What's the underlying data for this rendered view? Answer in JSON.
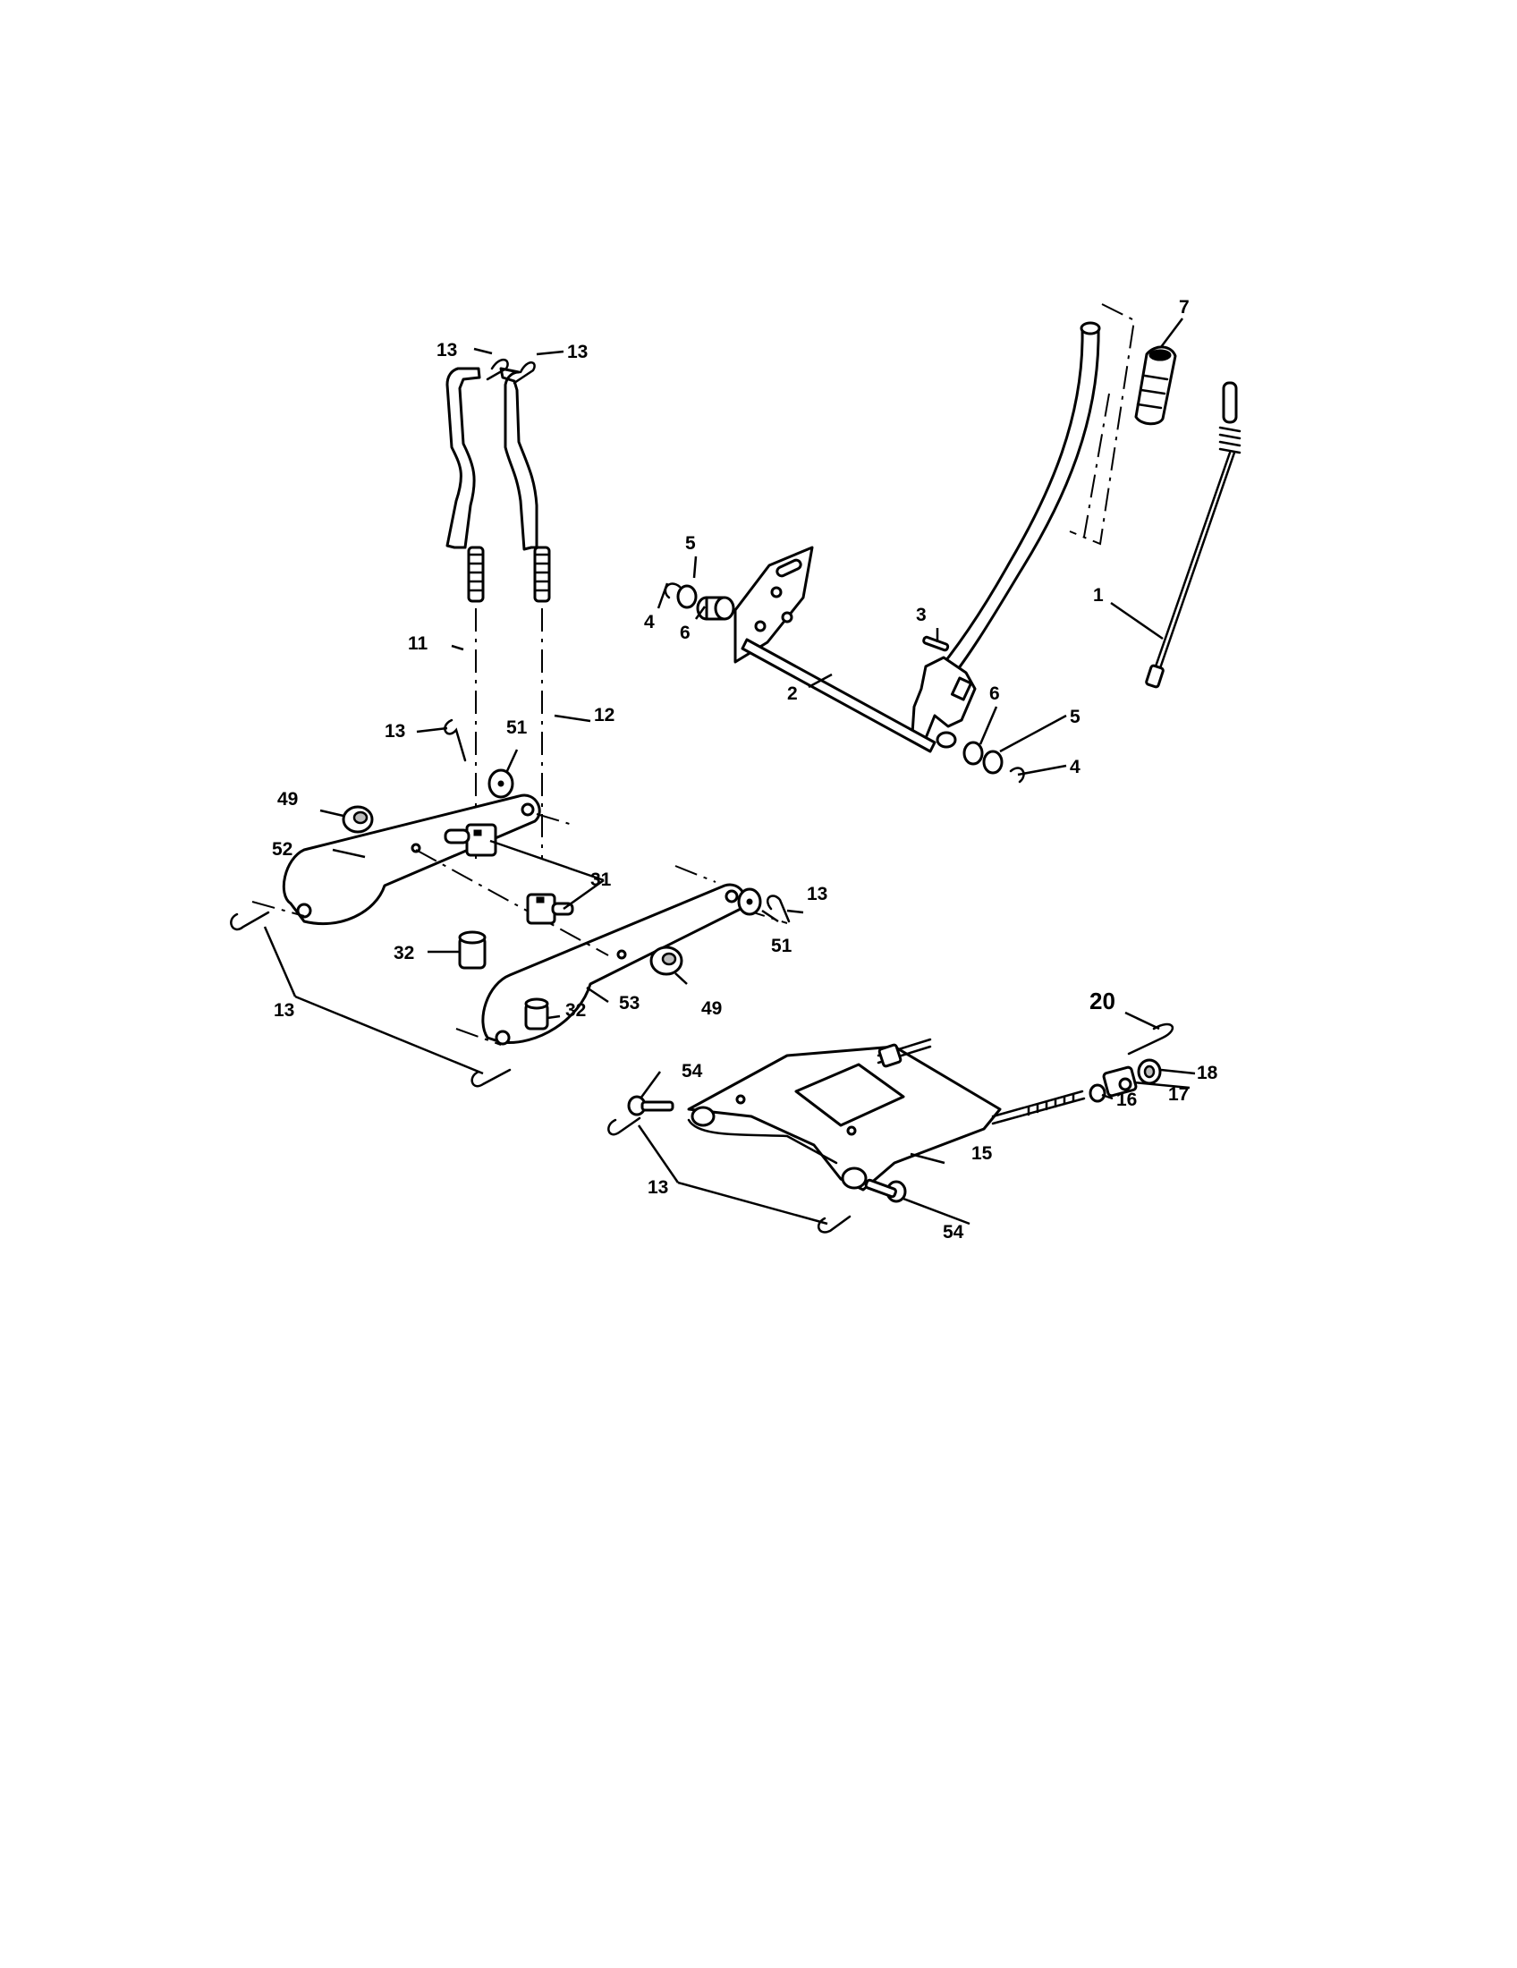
{
  "callouts": [
    {
      "id": "c1",
      "text": "1"
    },
    {
      "id": "c2",
      "text": "2"
    },
    {
      "id": "c3",
      "text": "3"
    },
    {
      "id": "c4a",
      "text": "4"
    },
    {
      "id": "c4b",
      "text": "4"
    },
    {
      "id": "c5a",
      "text": "5"
    },
    {
      "id": "c5b",
      "text": "5"
    },
    {
      "id": "c6a",
      "text": "6"
    },
    {
      "id": "c6b",
      "text": "6"
    },
    {
      "id": "c7",
      "text": "7"
    },
    {
      "id": "c11",
      "text": "11"
    },
    {
      "id": "c12",
      "text": "12"
    },
    {
      "id": "c13a",
      "text": "13"
    },
    {
      "id": "c13b",
      "text": "13"
    },
    {
      "id": "c13c",
      "text": "13"
    },
    {
      "id": "c13d",
      "text": "13"
    },
    {
      "id": "c13e",
      "text": "13"
    },
    {
      "id": "c13f",
      "text": "13"
    },
    {
      "id": "c15",
      "text": "15"
    },
    {
      "id": "c16",
      "text": "16"
    },
    {
      "id": "c17",
      "text": "17"
    },
    {
      "id": "c18",
      "text": "18"
    },
    {
      "id": "c20",
      "text": "20"
    },
    {
      "id": "c31",
      "text": "31"
    },
    {
      "id": "c32a",
      "text": "32"
    },
    {
      "id": "c32b",
      "text": "32"
    },
    {
      "id": "c49a",
      "text": "49"
    },
    {
      "id": "c49b",
      "text": "49"
    },
    {
      "id": "c51a",
      "text": "51"
    },
    {
      "id": "c51b",
      "text": "51"
    },
    {
      "id": "c52",
      "text": "52"
    },
    {
      "id": "c53",
      "text": "53"
    },
    {
      "id": "c54a",
      "text": "54"
    },
    {
      "id": "c54b",
      "text": "54"
    }
  ]
}
